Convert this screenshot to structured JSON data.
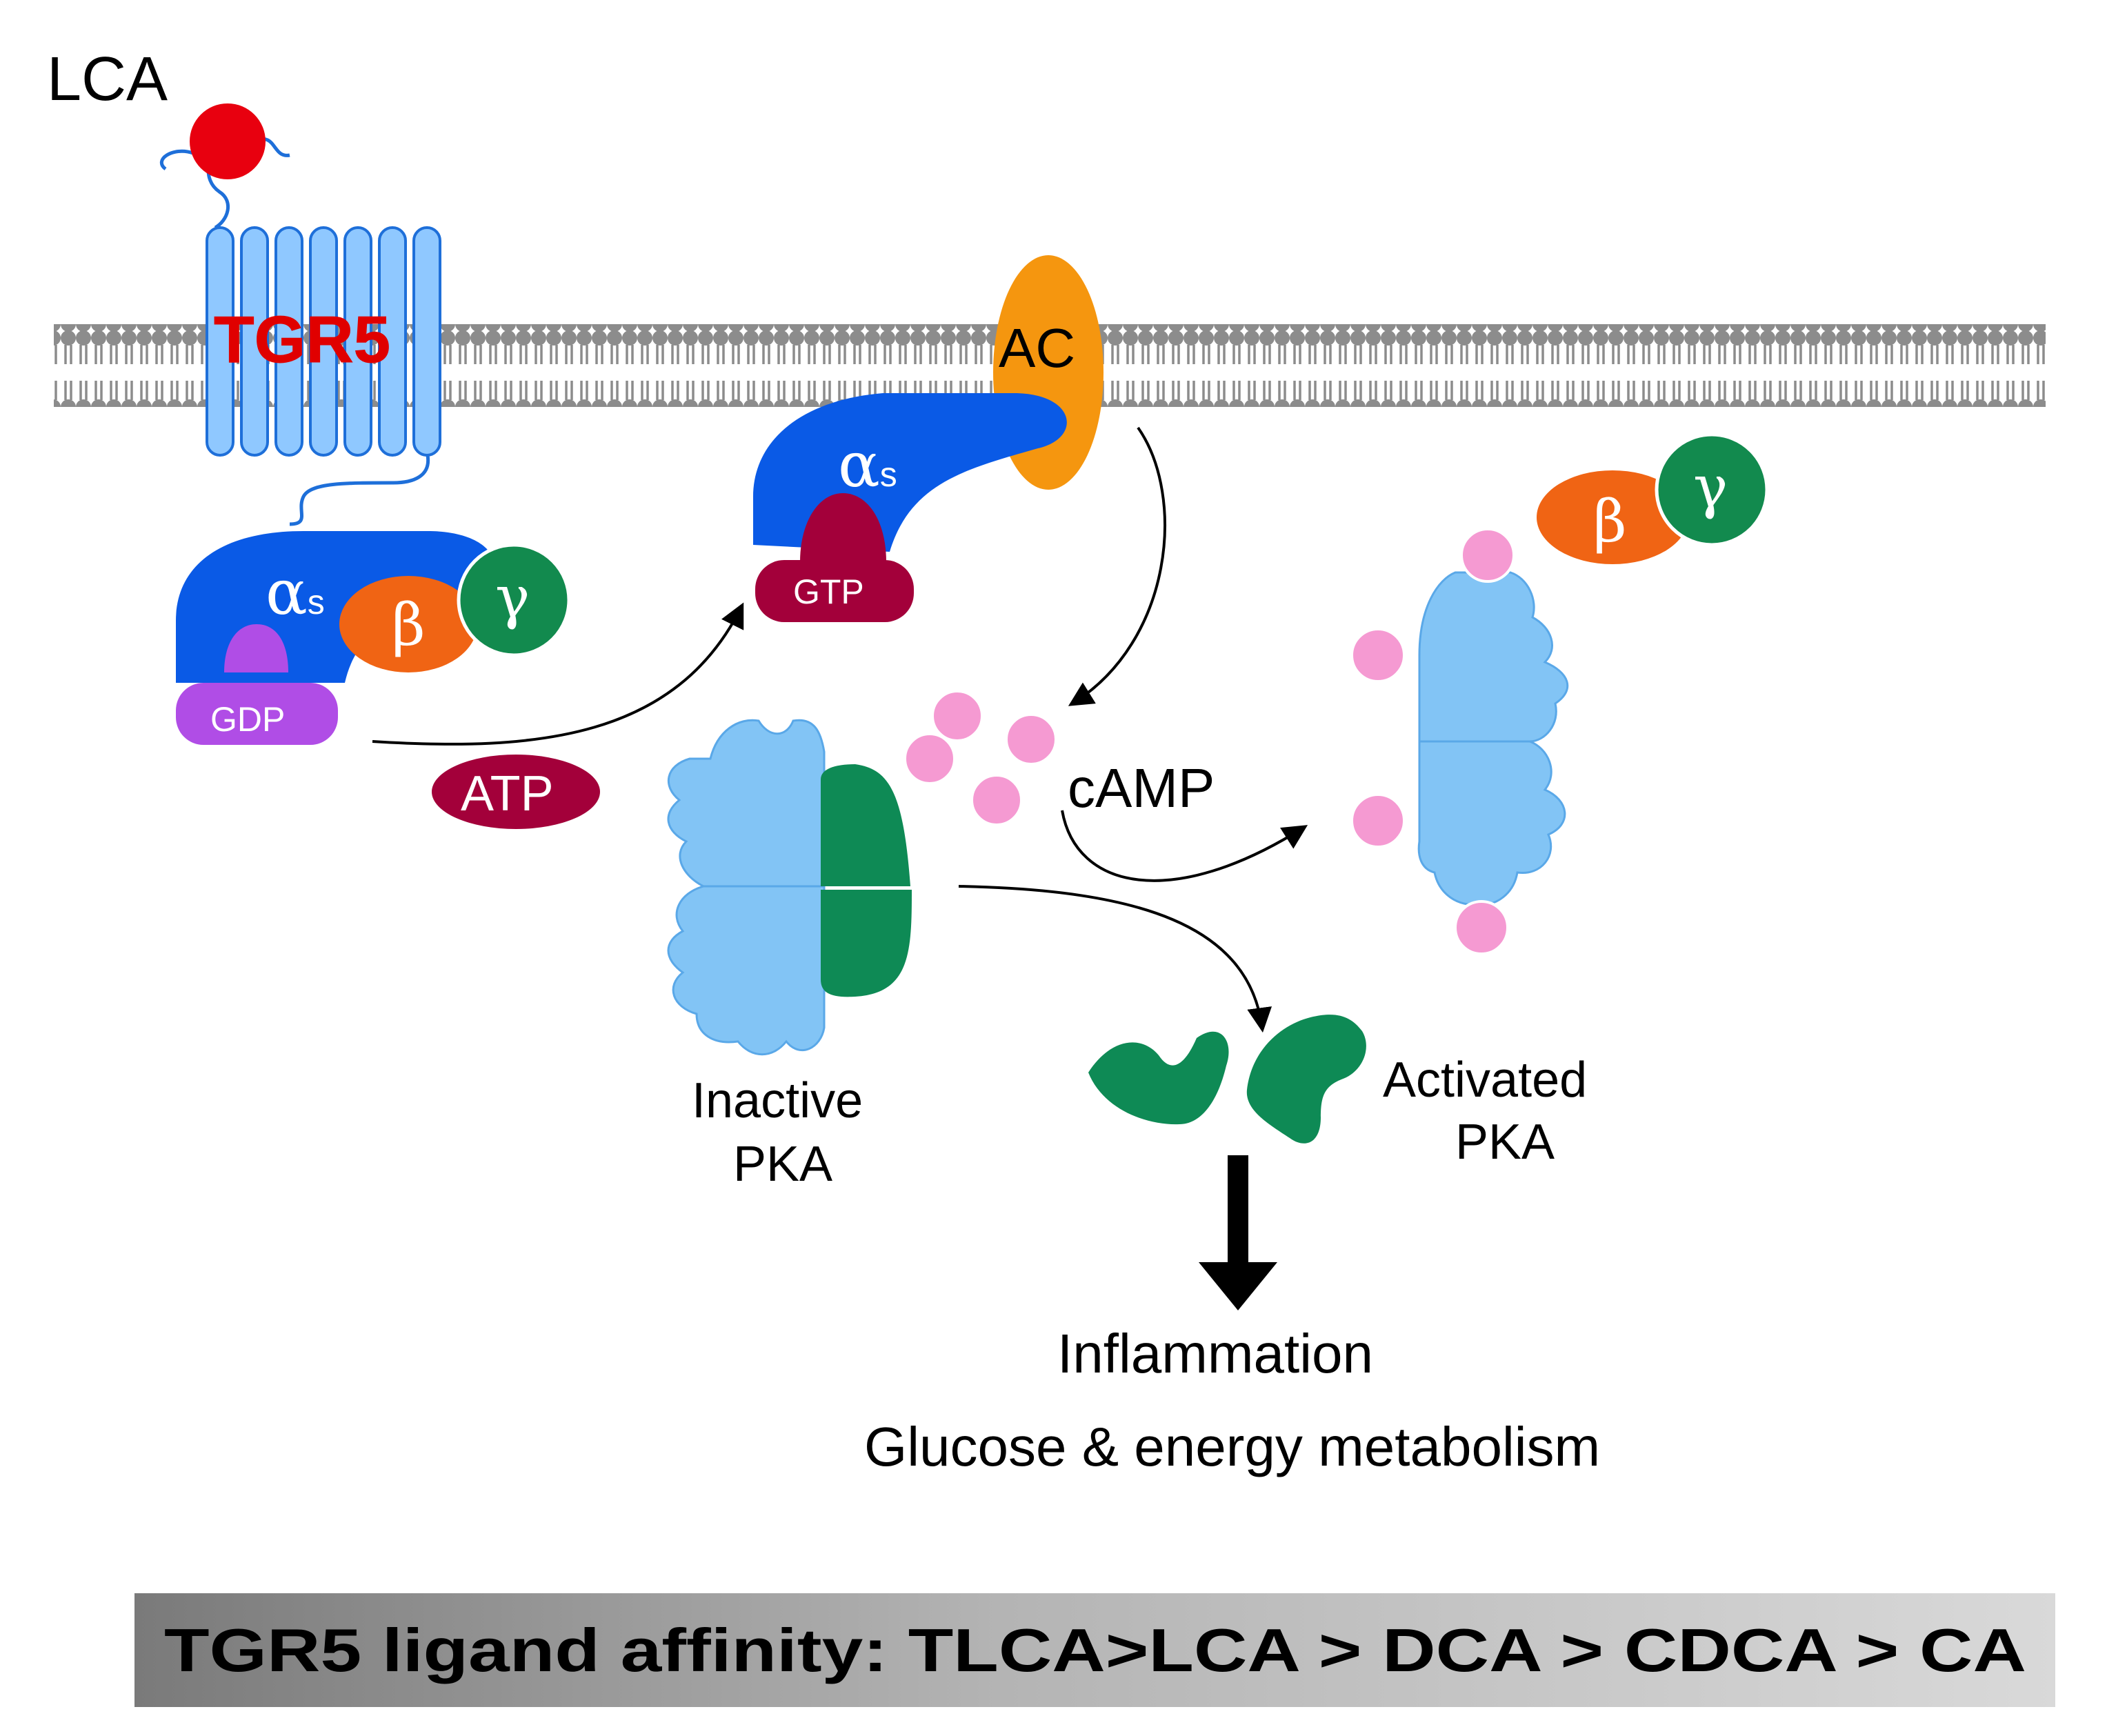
{
  "labels": {
    "ligand": "LCA",
    "receptor": "TGR5",
    "adenylyl_cyclase": "AC",
    "g_alpha_left": "α",
    "g_alpha_left_sub": "s",
    "g_alpha_right": "α",
    "g_alpha_right_sub": "s",
    "g_beta_left": "β",
    "g_gamma_left": "γ",
    "g_beta_right": "β",
    "g_gamma_right": "γ",
    "gdp": "GDP",
    "gtp": "GTP",
    "atp": "ATP",
    "camp": "cAMP",
    "inactive_pka_line1": "Inactive",
    "inactive_pka_line2": "PKA",
    "activated_pka_line1": "Activated",
    "activated_pka_line2": "PKA",
    "outcome_1": "Inflammation",
    "outcome_2": "Glucose & energy metabolism"
  },
  "banner": {
    "text": "TGR5 ligand affinity: TLCA>LCA > DCA > CDCA > CA"
  },
  "colors": {
    "membrane": "#8c8c8c",
    "receptor_fill": "#8fc8ff",
    "receptor_stroke": "#1e6fd9",
    "ligand": "#e8000f",
    "receptor_label": "#e00000",
    "g_alpha": "#0a5ae6",
    "g_beta": "#f06414",
    "g_gamma": "#128a4e",
    "gdp": "#b04de6",
    "gtp": "#a3003a",
    "atp": "#a3003a",
    "ac": "#f5960f",
    "pka_regulatory": "#82c4f5",
    "pka_catalytic": "#0e8a55",
    "camp": "#f59ad2",
    "banner_dark": "#7a7a7a",
    "banner_light": "#d2d2d2"
  }
}
